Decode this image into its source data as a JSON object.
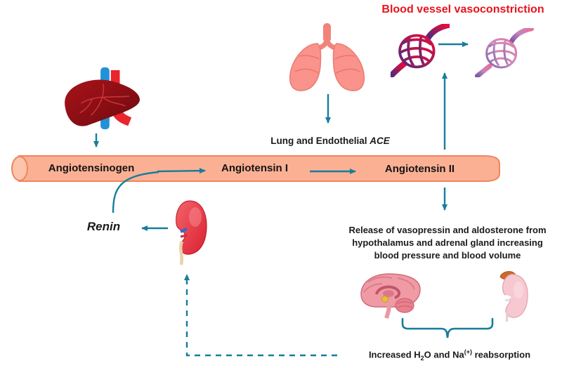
{
  "title": {
    "text": "Blood vessel vasoconstriction"
  },
  "bar": {
    "angiotensinogen": "Angiotensinogen",
    "angiotensin1": "Angiotensin I",
    "angiotensin2": "Angiotensin II"
  },
  "labels": {
    "ace_prefix": "Lung and Endothelial ",
    "ace": "ACE",
    "renin": "Renin",
    "release_line1": "Release of vasopressin and aldosterone from",
    "release_line2": "hypothalamus and adrenal gland increasing",
    "release_line3": "blood pressure and blood volume",
    "reabsorption_pre": "Increased H",
    "reabsorption_sub": "2",
    "reabsorption_mid": "O and Na",
    "reabsorption_sup": "(+)",
    "reabsorption_post": " reabsorption"
  },
  "icons": {
    "liver": "liver-icon",
    "lungs": "lungs-icon",
    "vessel_normal": "blood-vessel-icon",
    "vessel_constricted": "constricted-blood-vessel-icon",
    "kidney": "kidney-icon",
    "brain": "brain-hypothalamus-icon",
    "adrenal_kidney": "adrenal-gland-kidney-icon"
  },
  "colors": {
    "arrow_teal": "#177d9c",
    "title_red": "#e8131d",
    "bar_fill": "#fbb094",
    "bar_border": "#ee8660",
    "text_black": "#1a1a1a"
  }
}
